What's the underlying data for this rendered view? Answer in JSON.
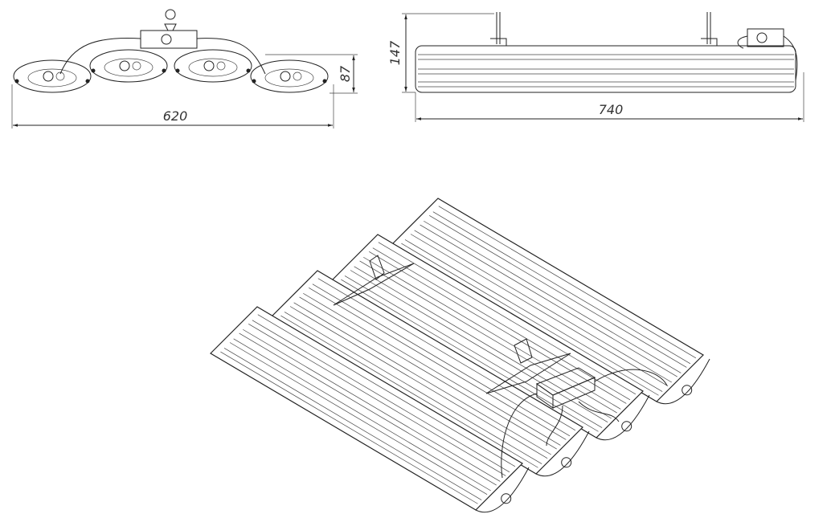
{
  "front_view": {
    "width_label": "620",
    "height_label": "87"
  },
  "side_view": {
    "height_label": "147",
    "length_label": "740"
  },
  "isometric_view": {
    "module_count": 4
  },
  "colors": {
    "line": "#222222",
    "dimension": "#333333",
    "background": "#ffffff"
  }
}
